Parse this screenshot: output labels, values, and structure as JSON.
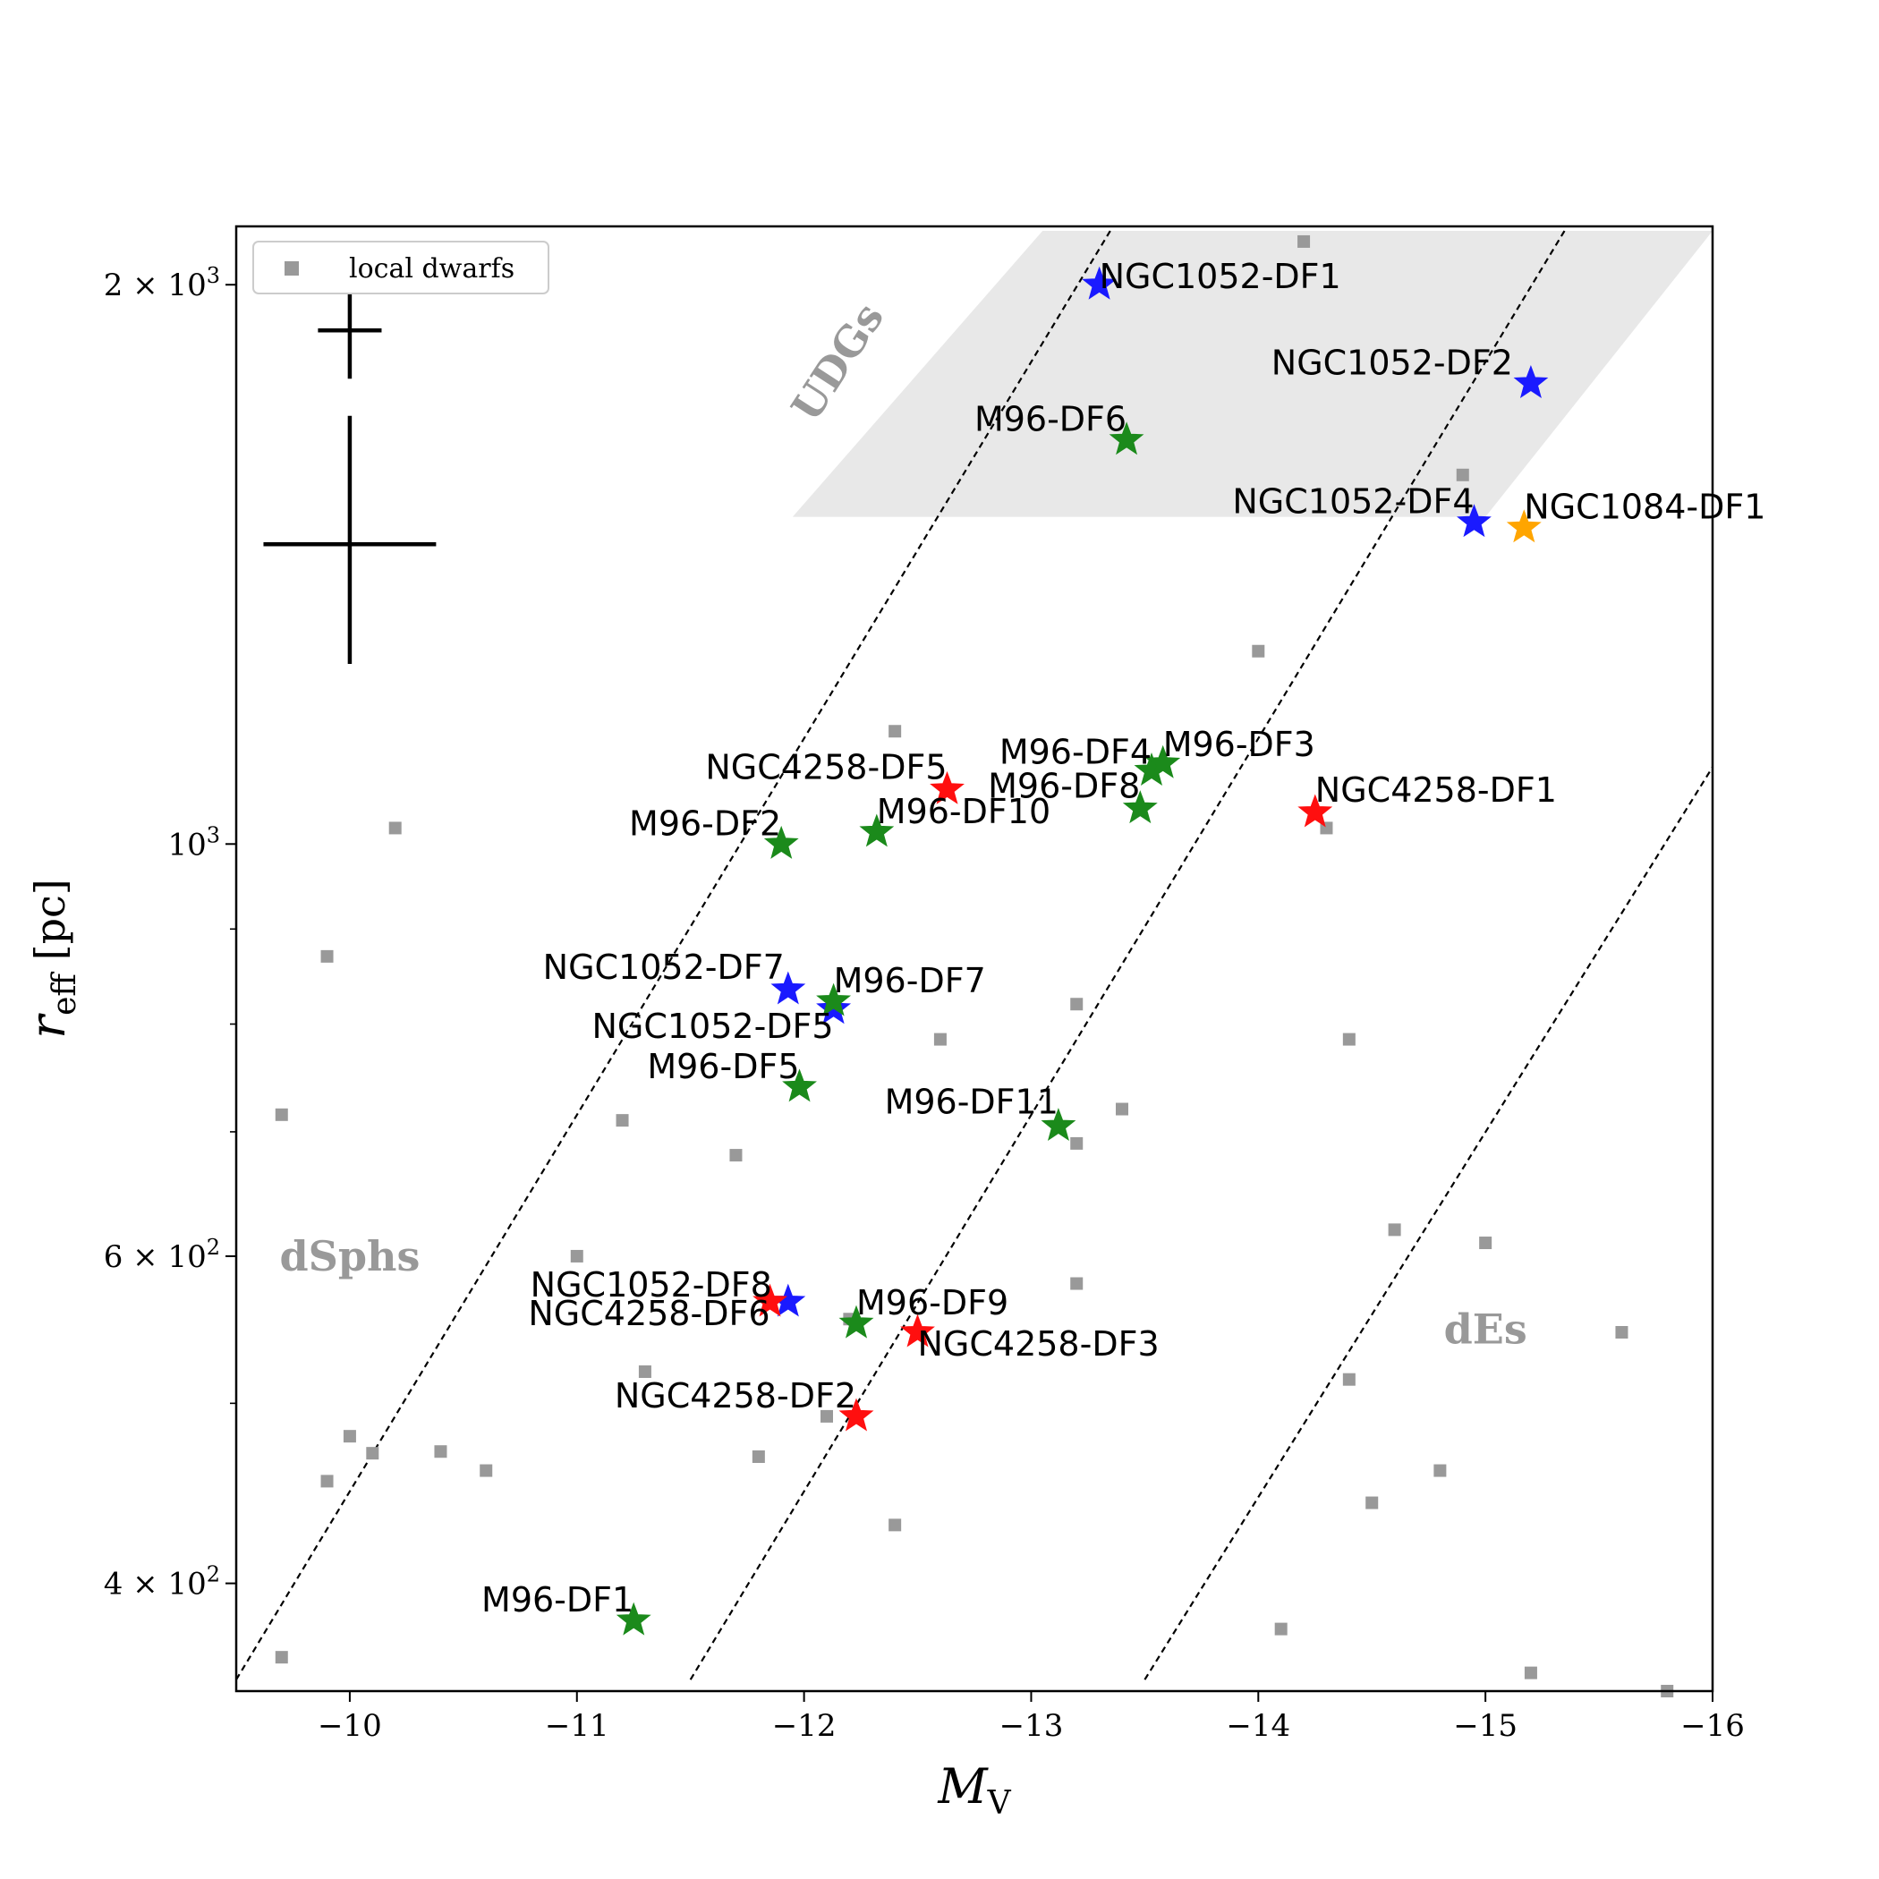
{
  "chart_data": {
    "type": "scatter",
    "xlabel": "M",
    "xlabel_sub": "V",
    "ylabel": "r",
    "ylabel_sub": "eff",
    "ylabel_unit": "[pc]",
    "xlim": [
      -9.5,
      -16
    ],
    "ylim": [
      350,
      2150
    ],
    "yscale": "log",
    "x_ticks": [
      {
        "value": -10,
        "label": "−10"
      },
      {
        "value": -11,
        "label": "−11"
      },
      {
        "value": -12,
        "label": "−12"
      },
      {
        "value": -13,
        "label": "−13"
      },
      {
        "value": -14,
        "label": "−14"
      },
      {
        "value": -15,
        "label": "−15"
      },
      {
        "value": -16,
        "label": "−16"
      }
    ],
    "y_ticks_major": [
      {
        "value": 400,
        "base": "4 × 10",
        "exp": "2"
      },
      {
        "value": 600,
        "base": "6 × 10",
        "exp": "2"
      },
      {
        "value": 1000,
        "base": "10",
        "exp": "3"
      },
      {
        "value": 2000,
        "base": "2 × 10",
        "exp": "3"
      }
    ],
    "y_ticks_minor": [
      500,
      700,
      800,
      900
    ],
    "grid": false,
    "legend": {
      "position": "top-left",
      "entries": [
        {
          "name": "local dwarfs",
          "marker": "square",
          "color": "#999999"
        }
      ]
    },
    "udg_region": {
      "label": "UDGs",
      "y_min": 1500,
      "x_at_bottom": [
        -11.95,
        -15.0
      ],
      "x_at_top": [
        -13.05,
        -16.0
      ]
    },
    "region_labels": [
      {
        "text": "dSphs",
        "x": -10.0,
        "y": 600
      },
      {
        "text": "dEs",
        "x": -15.0,
        "y": 548
      }
    ],
    "reference_lines": [
      {
        "x": [
          -9.5,
          -13.35
        ],
        "y": [
          355,
          2140
        ]
      },
      {
        "x": [
          -11.5,
          -15.35
        ],
        "y": [
          355,
          2140
        ]
      },
      {
        "x": [
          -13.5,
          -16.0
        ],
        "y": [
          355,
          1100
        ]
      }
    ],
    "error_bars": [
      {
        "x": -10.0,
        "y": 1890,
        "xerr": 0.14,
        "yerr_low": 110,
        "yerr_high": 110
      },
      {
        "x": -10.0,
        "y": 1450,
        "xerr": 0.38,
        "yerr_low": 200,
        "yerr_high": 250
      }
    ],
    "local_dwarfs": {
      "name": "local dwarfs",
      "color": "#999999",
      "points": [
        [
          -14.2,
          2110
        ],
        [
          -14.9,
          1580
        ],
        [
          -14.0,
          1270
        ],
        [
          -12.4,
          1150
        ],
        [
          -10.2,
          1020
        ],
        [
          -14.3,
          1020
        ],
        [
          -9.9,
          870
        ],
        [
          -13.2,
          820
        ],
        [
          -12.6,
          785
        ],
        [
          -14.4,
          785
        ],
        [
          -9.7,
          715
        ],
        [
          -11.2,
          710
        ],
        [
          -13.4,
          720
        ],
        [
          -11.7,
          680
        ],
        [
          -13.2,
          690
        ],
        [
          -14.6,
          620
        ],
        [
          -15.0,
          610
        ],
        [
          -11.0,
          600
        ],
        [
          -13.2,
          580
        ],
        [
          -12.2,
          555
        ],
        [
          -15.6,
          546
        ],
        [
          -11.3,
          520
        ],
        [
          -14.4,
          515
        ],
        [
          -12.1,
          492
        ],
        [
          -10.0,
          480
        ],
        [
          -10.1,
          470
        ],
        [
          -10.4,
          471
        ],
        [
          -11.8,
          468
        ],
        [
          -10.6,
          460
        ],
        [
          -14.8,
          460
        ],
        [
          -9.9,
          454
        ],
        [
          -14.5,
          442
        ],
        [
          -12.4,
          430
        ],
        [
          -14.1,
          378
        ],
        [
          -9.7,
          365
        ],
        [
          -15.2,
          358
        ],
        [
          -15.8,
          350
        ]
      ]
    },
    "series": [
      {
        "group": "NGC1052",
        "color": "#1a1aff",
        "points": [
          {
            "name": "NGC1052-DF1",
            "x": -13.3,
            "y": 2000
          },
          {
            "name": "NGC1052-DF2",
            "x": -15.2,
            "y": 1770
          },
          {
            "name": "NGC1052-DF4",
            "x": -14.95,
            "y": 1490
          },
          {
            "name": "NGC1052-DF7",
            "x": -11.93,
            "y": 835
          },
          {
            "name": "NGC1052-DF5",
            "x": -12.13,
            "y": 815
          },
          {
            "name": "NGC1052-DF8",
            "x": -11.93,
            "y": 567
          }
        ]
      },
      {
        "group": "M96",
        "color": "#1b8a1b",
        "points": [
          {
            "name": "M96-DF6",
            "x": -13.42,
            "y": 1650
          },
          {
            "name": "M96-DF4",
            "x": -13.53,
            "y": 1095
          },
          {
            "name": "M96-DF3",
            "x": -13.58,
            "y": 1105
          },
          {
            "name": "M96-DF8",
            "x": -13.48,
            "y": 1045
          },
          {
            "name": "M96-DF10",
            "x": -12.32,
            "y": 1015
          },
          {
            "name": "M96-DF2",
            "x": -11.9,
            "y": 1000
          },
          {
            "name": "M96-DF7",
            "x": -12.13,
            "y": 823
          },
          {
            "name": "M96-DF5",
            "x": -11.98,
            "y": 740
          },
          {
            "name": "M96-DF11",
            "x": -13.12,
            "y": 705
          },
          {
            "name": "M96-DF9",
            "x": -12.23,
            "y": 552
          },
          {
            "name": "M96-DF1",
            "x": -11.25,
            "y": 382
          }
        ]
      },
      {
        "group": "NGC4258",
        "color": "#ff0f0f",
        "points": [
          {
            "name": "NGC4258-DF5",
            "x": -12.63,
            "y": 1070
          },
          {
            "name": "NGC4258-DF1",
            "x": -14.25,
            "y": 1040
          },
          {
            "name": "NGC4258-DF6",
            "x": -11.85,
            "y": 567
          },
          {
            "name": "NGC4258-DF3",
            "x": -12.5,
            "y": 546
          },
          {
            "name": "NGC4258-DF2",
            "x": -12.23,
            "y": 492
          }
        ]
      },
      {
        "group": "NGC1084",
        "color": "#ffa500",
        "points": [
          {
            "name": "NGC1084-DF1",
            "x": -15.17,
            "y": 1480
          }
        ]
      }
    ]
  }
}
